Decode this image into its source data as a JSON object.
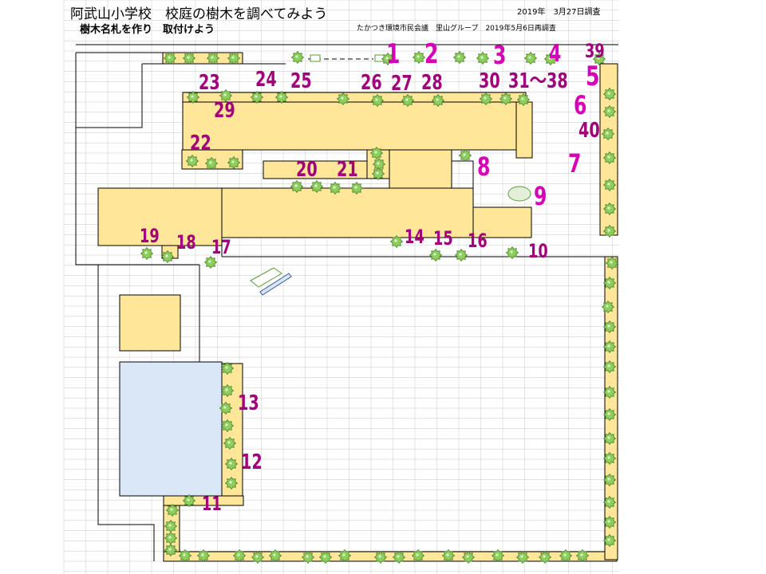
{
  "header": {
    "title": "阿武山小学校　校庭の樹木を調べてみよう",
    "subtitle": "樹木名札を作り　取付けよう",
    "survey_date": "2019年　3月27日調査",
    "group": "たかつき環境市民会議　里山グループ　2019年5月6日再調査"
  },
  "colors": {
    "building": "#ffe699",
    "pool": "#dae7f6",
    "tree": "#8ccf5a",
    "tree_edge": "#4c7d2f",
    "number": "#a1007a",
    "number_big": "#d600b7",
    "grid": "#c8c8c8"
  },
  "labels": [
    "1",
    "2",
    "3",
    "4",
    "39",
    "5",
    "6",
    "40",
    "7",
    "8",
    "9",
    "10",
    "23",
    "24",
    "25",
    "26",
    "27",
    "28",
    "30",
    "31～38",
    "29",
    "22",
    "20",
    "21",
    "19",
    "18",
    "17",
    "14",
    "15",
    "16",
    "13",
    "12",
    "11"
  ],
  "icons": {
    "tree": "tree-icon"
  }
}
